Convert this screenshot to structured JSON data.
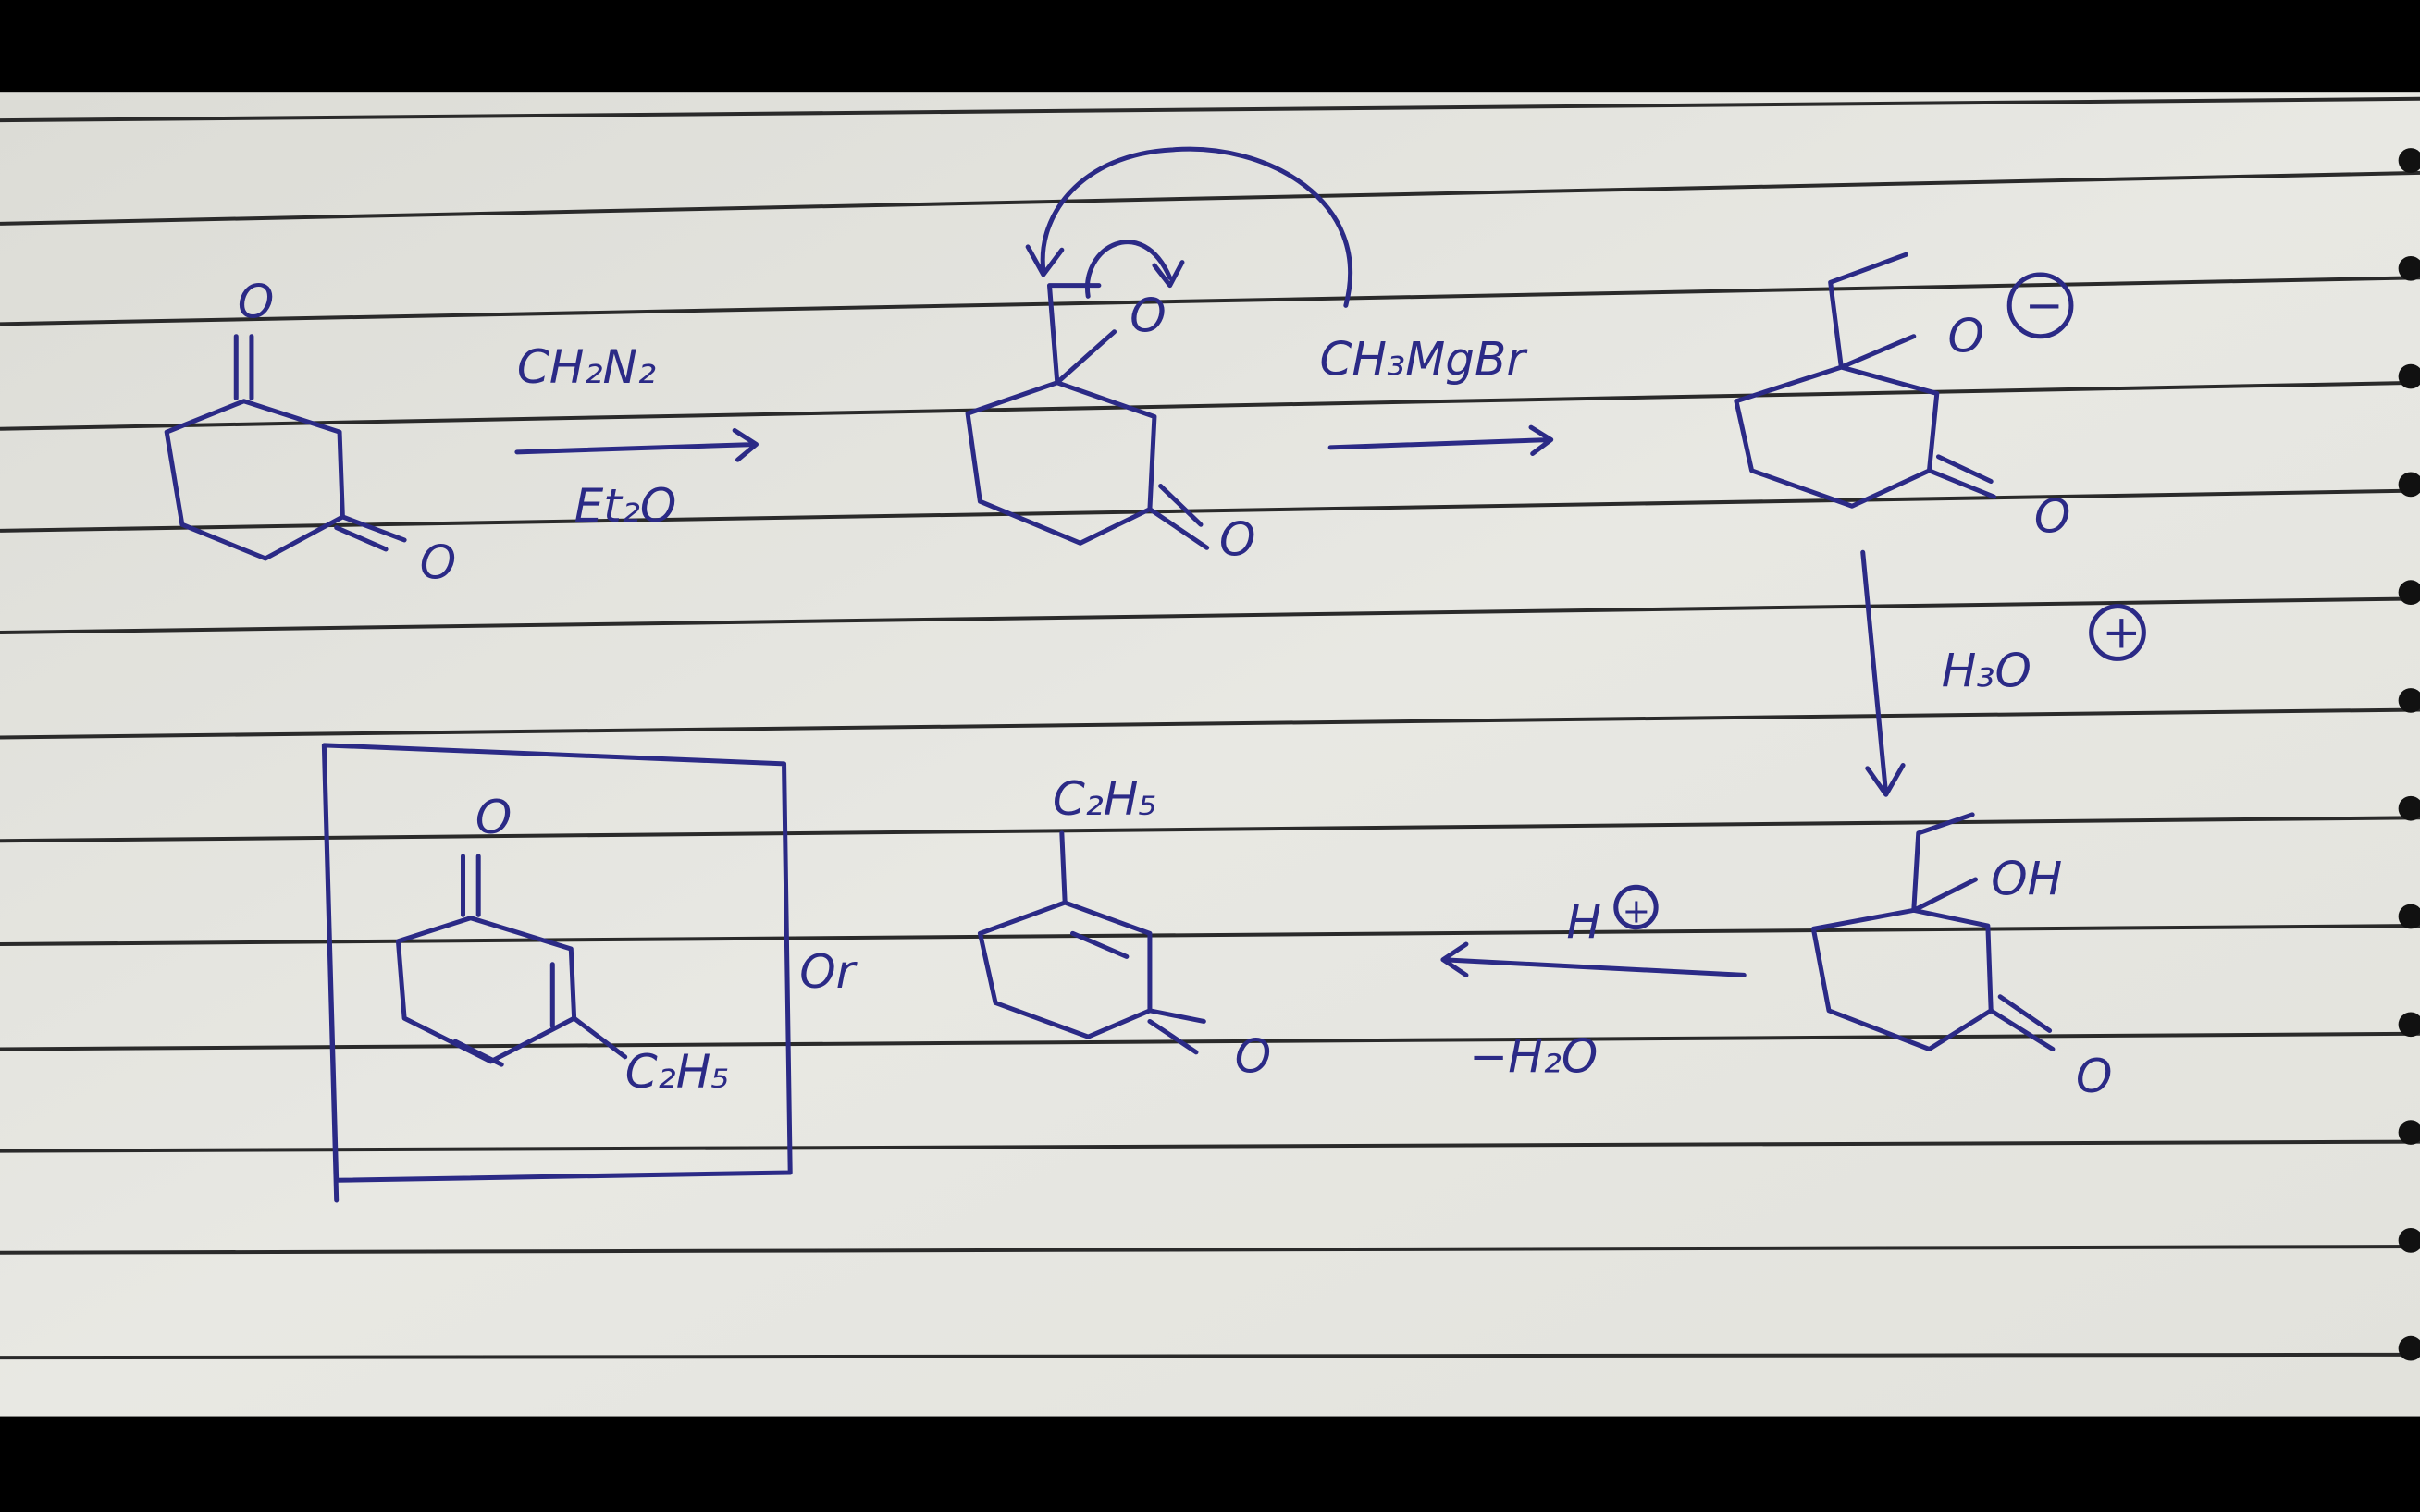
{
  "reaction": {
    "step1": {
      "reagent_top": "CH₂N₂",
      "reagent_bottom": "Et₂O"
    },
    "step2": {
      "reagent_top": "CH₃MgBr"
    },
    "step3": {
      "reagent": "H₃O",
      "charge": "+"
    },
    "step4": {
      "reagent_top": "H",
      "charge": "+",
      "reagent_bottom": "−H₂O"
    }
  },
  "atoms": {
    "oxygen": "O",
    "oxide_charge": "−",
    "hydroxyl": "OH",
    "ethyl": "C₂H₅"
  },
  "connector": "Or",
  "colors": {
    "ink": "#2b2a86",
    "paper": "#e4e4df",
    "rule": "#2a2a2a"
  }
}
